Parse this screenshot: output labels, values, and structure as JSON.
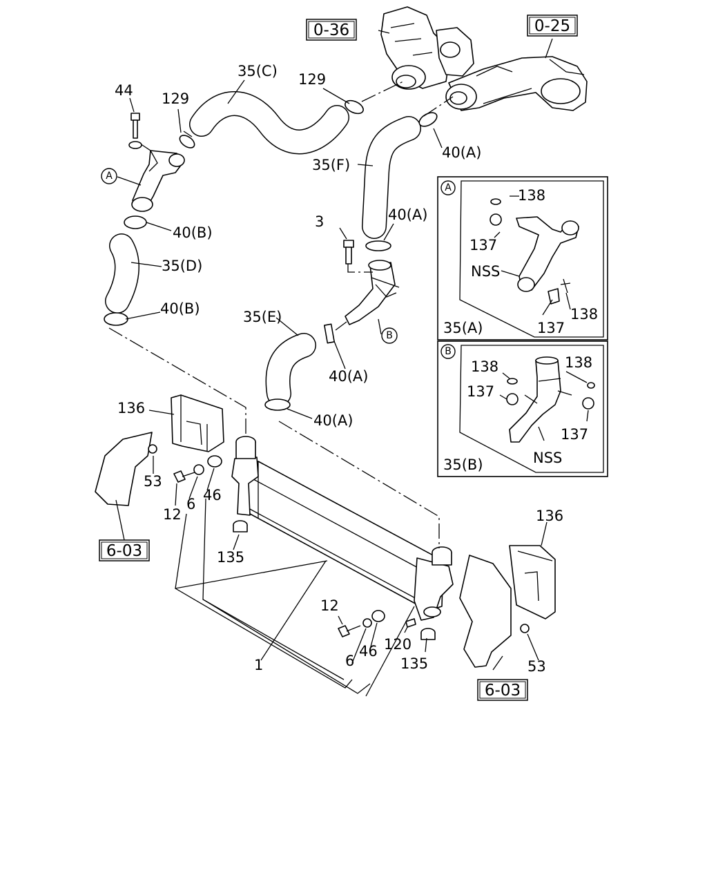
{
  "refs": {
    "r036": "0-36",
    "r025": "0-25",
    "r603_left": "6-03",
    "r603_right": "6-03"
  },
  "callouts": {
    "c44": "44",
    "c129a": "129",
    "c35c": "35(C)",
    "c129b": "129",
    "c40a_top": "40(A)",
    "c35f": "35(F)",
    "c40b_1": "40(B)",
    "c35d": "35(D)",
    "c40b_2": "40(B)",
    "c3": "3",
    "c40a_2": "40(A)",
    "c35e": "35(E)",
    "c40a_3": "40(A)",
    "c40a_4": "40(A)",
    "c136_l": "136",
    "c53_l": "53",
    "c12_l": "12",
    "c6_l": "6",
    "c46_l": "46",
    "c135_l": "135",
    "c1": "1",
    "c12_r": "12",
    "c6_r": "6",
    "c46_r": "46",
    "c120": "120",
    "c135_r": "135",
    "c136_r": "136",
    "c53_r": "53"
  },
  "markers": {
    "a": "A",
    "b": "B"
  },
  "detail_a": {
    "marker": "A",
    "c138_top": "138",
    "c137_left": "137",
    "nss": "NSS",
    "c137_bottom": "137",
    "c138_bottom": "138",
    "c35a": "35(A)"
  },
  "detail_b": {
    "marker": "B",
    "c138_left": "138",
    "c138_right": "138",
    "c137_left": "137",
    "c137_right": "137",
    "nss": "NSS",
    "c35b": "35(B)"
  }
}
